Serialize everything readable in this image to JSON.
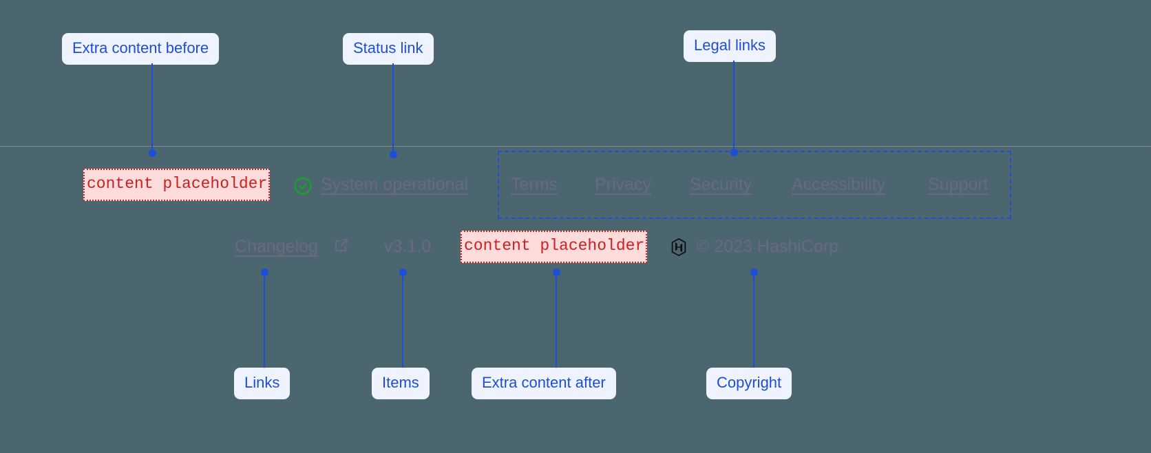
{
  "page": {
    "background_color": "#4c6670",
    "annotation_color": "#1d4ed8",
    "annotation_bg": "#eef3fd",
    "placeholder_color": "#cc1f1f",
    "placeholder_bg": "#ffdcdc",
    "link_color": "#6b6880",
    "status_ok_color": "#17a02c"
  },
  "annotations": [
    {
      "label": "Extra content before"
    },
    {
      "label": "Status link"
    },
    {
      "label": "Legal links"
    },
    {
      "label": "Links"
    },
    {
      "label": "Items"
    },
    {
      "label": "Extra content after"
    },
    {
      "label": "Copyright"
    }
  ],
  "footer": {
    "extra_before": {
      "text": "content placeholder"
    },
    "extra_after": {
      "text": "content placeholder"
    },
    "status": {
      "icon": "check-circle-icon",
      "label": "System operational"
    },
    "legal_links": [
      {
        "label": "Terms"
      },
      {
        "label": "Privacy"
      },
      {
        "label": "Security"
      },
      {
        "label": "Accessibility"
      },
      {
        "label": "Support"
      }
    ],
    "links": [
      {
        "label": "Changelog",
        "icon": "external-link-icon"
      }
    ],
    "items": [
      {
        "label": "v3.1.0"
      }
    ],
    "copyright": {
      "logo": "hashicorp-logo",
      "text": "© 2023 HashiCorp"
    }
  }
}
